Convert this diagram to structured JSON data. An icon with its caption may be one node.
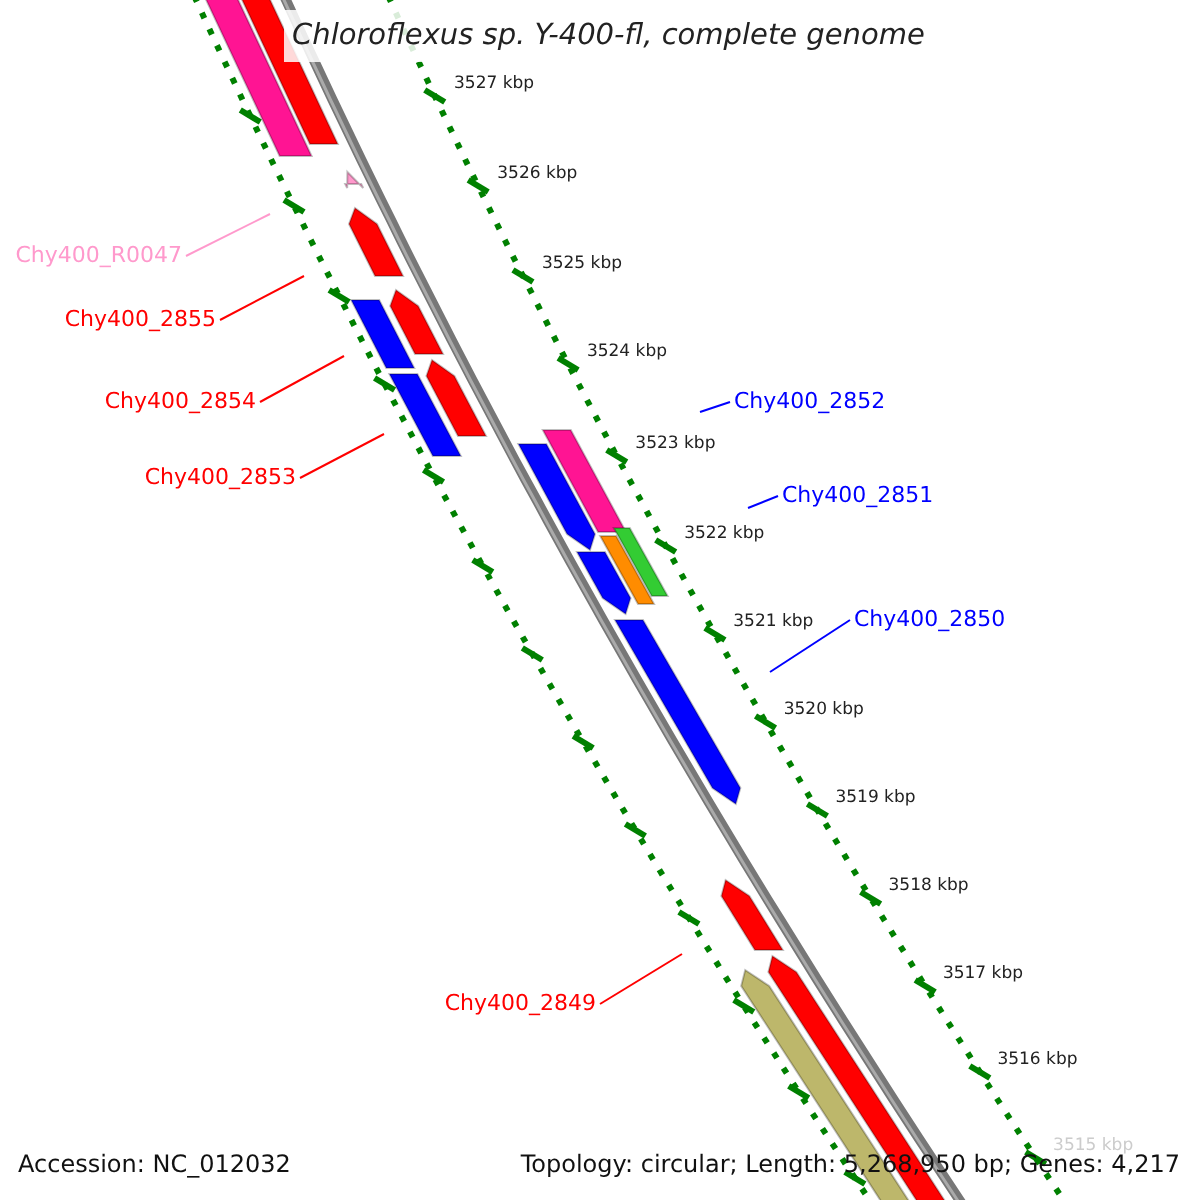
{
  "diagram": {
    "title": "Chloroflexus sp. Y-400-fl, complete genome",
    "nodes": [
      {
        "text": [
          "Chy400_R0047"
        ]
      },
      {
        "text": [
          "Chy400_2855"
        ]
      },
      {
        "text": [
          "Chy400_2854"
        ]
      },
      {
        "text": [
          "Chy400_2853"
        ]
      },
      {
        "text": [
          "Chy400_2852"
        ]
      },
      {
        "text": [
          "Chy400_2851"
        ]
      },
      {
        "text": [
          "Chy400_2850"
        ]
      },
      {
        "text": [
          "Chy400_2849"
        ]
      }
    ],
    "edges": [
      {
        "from": 0,
        "to": null,
        "arrow": "none",
        "color": "#ff99cc"
      },
      {
        "from": 1,
        "to": null,
        "arrow": "none"
      },
      {
        "from": 2,
        "to": null,
        "arrow": "none"
      },
      {
        "from": 3,
        "to": null,
        "arrow": "none"
      },
      {
        "from": 4,
        "to": null,
        "arrow": "none",
        "color": "#0000ff"
      },
      {
        "from": 5,
        "to": null,
        "arrow": "none",
        "color": "#0000ff"
      },
      {
        "from": 6,
        "to": null,
        "arrow": "none",
        "color": "#0000ff"
      },
      {
        "from": 7,
        "to": null,
        "arrow": "none"
      }
    ],
    "labels": [
      "3527 kbp",
      "3526 kbp",
      "3525 kbp",
      "3524 kbp",
      "3523 kbp",
      "3522 kbp",
      "3521 kbp",
      "3520 kbp",
      "3519 kbp",
      "3518 kbp",
      "3517 kbp",
      "3516 kbp",
      "3515 kbp",
      "Accession: NC_012032",
      "Topology: circular; Length: 5,268,950 bp; Genes: 4,217"
    ]
  }
}
